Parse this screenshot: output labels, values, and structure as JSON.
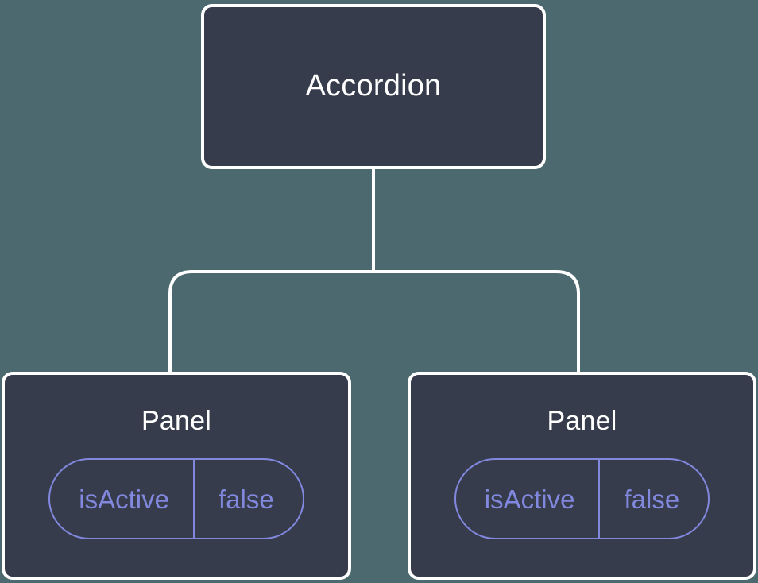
{
  "canvas": {
    "background_color": "#4d6970",
    "node_fill_color": "#363c4b",
    "node_border_color": "#ffffff",
    "accent_color": "#8188de",
    "connector_color": "#ffffff"
  },
  "tree": {
    "root": {
      "label": "Accordion"
    },
    "children": [
      {
        "label": "Panel",
        "state": {
          "key": "isActive",
          "value": "false"
        }
      },
      {
        "label": "Panel",
        "state": {
          "key": "isActive",
          "value": "false"
        }
      }
    ]
  }
}
